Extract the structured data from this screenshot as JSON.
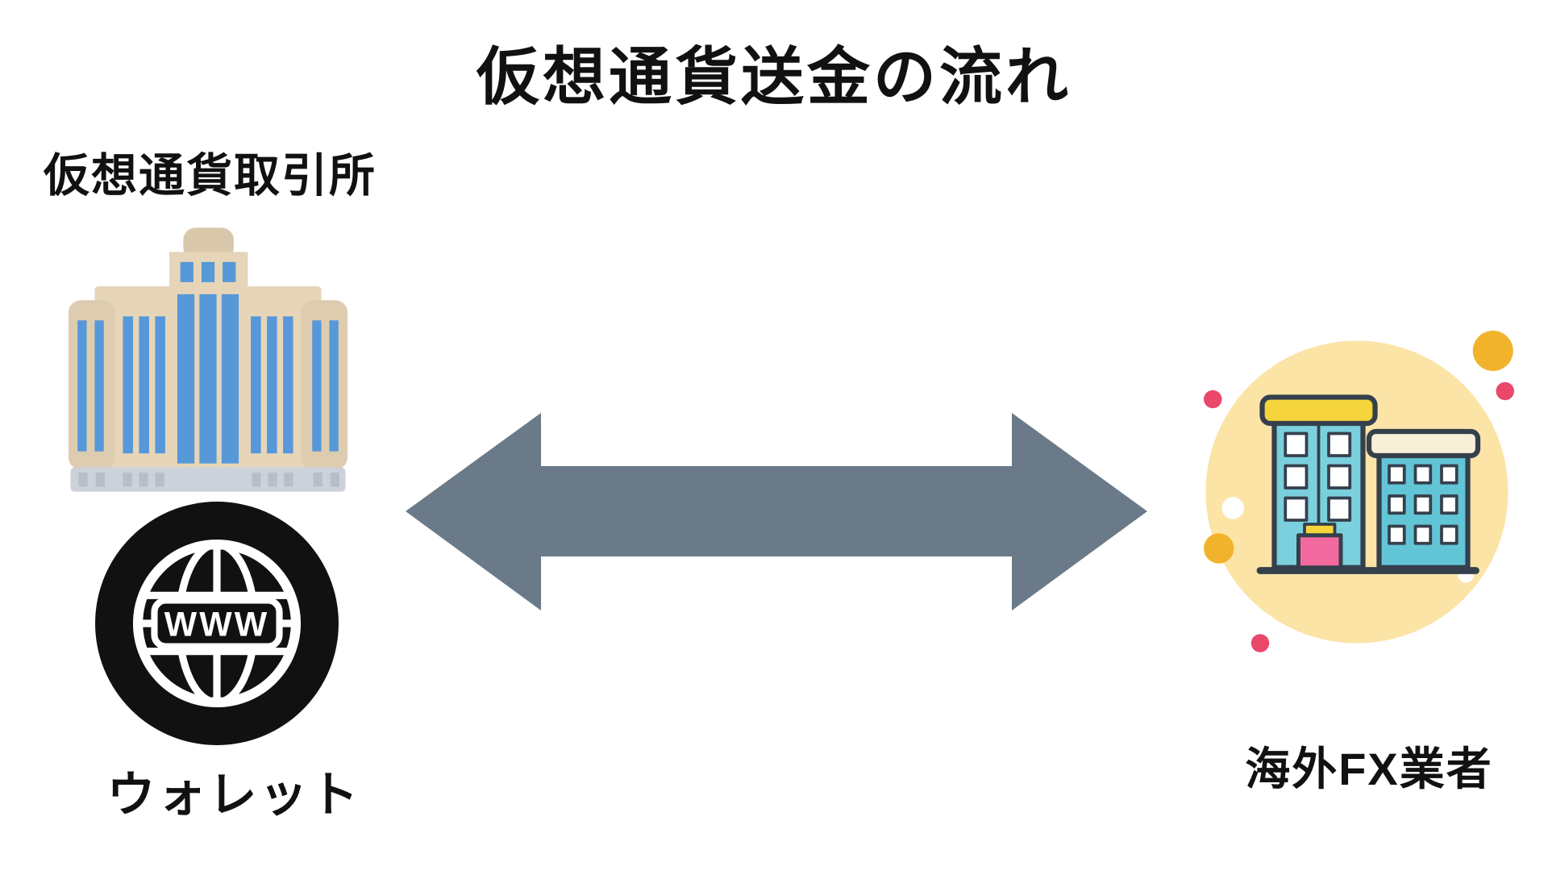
{
  "diagram": {
    "title": "仮想通貨送金の流れ"
  },
  "exchange": {
    "label": "仮想通貨取引所",
    "icon": "bank-building-icon"
  },
  "wallet": {
    "label": "ウォレット",
    "globe_text": "WWW",
    "icon": "www-globe-icon"
  },
  "broker": {
    "label": "海外FX業者",
    "icon": "fx-broker-buildings-icon"
  },
  "arrow": {
    "type": "double-headed-horizontal"
  },
  "colors": {
    "title_text": "#111111",
    "arrow": "#6a7a88",
    "building_cap": "#d8c7ab",
    "building_beige": "#e6d5b8",
    "building_beige_dark": "#ddccaf",
    "window_blue": "#5698d8",
    "base_gray": "#ccd2d9",
    "base_tick": "#b7bec7",
    "globe_black": "#111111",
    "circle_yellow": "#fce3a6",
    "teal_front": "#7bd0de",
    "teal_back": "#62c5d6",
    "roof_yellow": "#f5d43c",
    "roof_cream": "#f7efd8",
    "door_pink": "#f26a9e",
    "dot_red": "#e9486b",
    "dot_yellow": "#f2b32c",
    "outline_dark": "#35404d"
  }
}
